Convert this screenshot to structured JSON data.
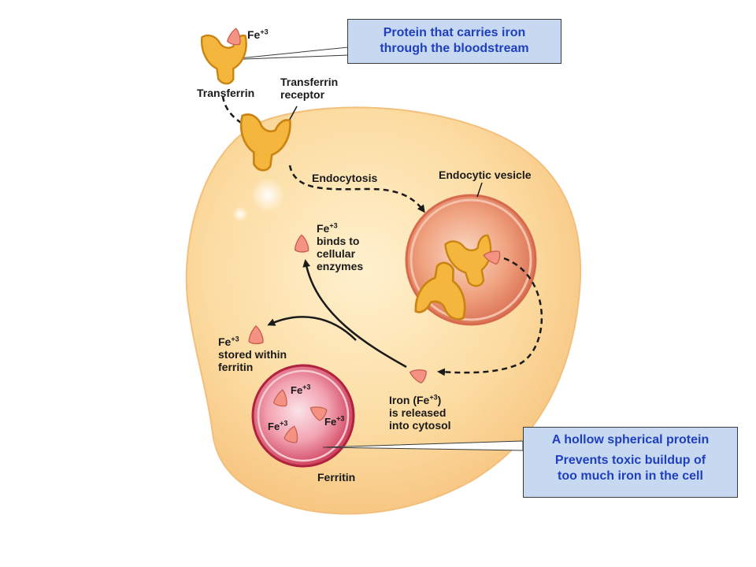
{
  "callouts": {
    "transferrin": {
      "line1": "Protein that carries iron",
      "line2": "through the bloodstream"
    },
    "ferritin": {
      "line1": "A hollow spherical protein",
      "line2": "Prevents toxic buildup of",
      "line3": "too much iron in the cell"
    }
  },
  "labels": {
    "fe_top": "Fe",
    "fe_top_sup": "+3",
    "transferrin": "Transferrin",
    "receptor_line1": "Transferrin",
    "receptor_line2": "receptor",
    "endocytosis": "Endocytosis",
    "endocytic_vesicle": "Endocytic vesicle",
    "enzymes_fe": "Fe",
    "enzymes_fe_sup": "+3",
    "enzymes_line1": "binds to",
    "enzymes_line2": "cellular",
    "enzymes_line3": "enzymes",
    "stored_fe": "Fe",
    "stored_fe_sup": "+3",
    "stored_line1": "stored within",
    "stored_line2": "ferritin",
    "released_line1_a": "Iron (Fe",
    "released_line1_sup": "+3",
    "released_line1_b": ")",
    "released_line2": "is released",
    "released_line3": "into cytosol",
    "ferritin": "Ferritin",
    "ferritin_fe1": "Fe",
    "ferritin_fe1_sup": "+3",
    "ferritin_fe2": "Fe",
    "ferritin_fe2_sup": "+3",
    "ferritin_fe3": "Fe",
    "ferritin_fe3_sup": "+3"
  },
  "colors": {
    "cell_fill": "#fbd79a",
    "cell_edge": "#f5c27a",
    "vesicle": "#e07a5f",
    "ferritin": "#d94b6a",
    "protein": "#f3b43a",
    "iron": "#f08a7a",
    "callout_bg": "#c6d9f1",
    "callout_text": "#1f3fbf"
  }
}
